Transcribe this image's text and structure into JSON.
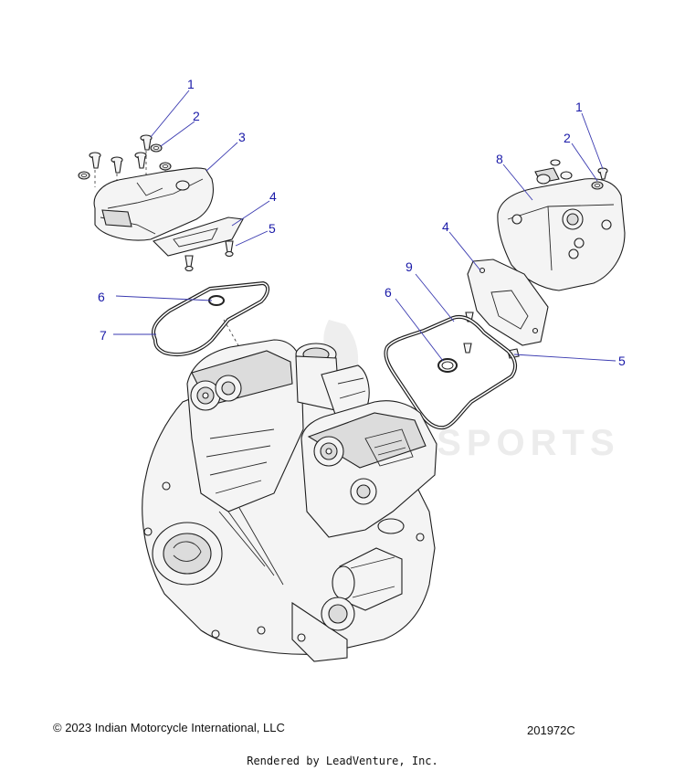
{
  "callouts": [
    {
      "id": "c1a",
      "label": "1"
    },
    {
      "id": "c2a",
      "label": "2"
    },
    {
      "id": "c3",
      "label": "3"
    },
    {
      "id": "c4a",
      "label": "4"
    },
    {
      "id": "c5a",
      "label": "5"
    },
    {
      "id": "c6a",
      "label": "6"
    },
    {
      "id": "c7",
      "label": "7"
    },
    {
      "id": "c1b",
      "label": "1"
    },
    {
      "id": "c2b",
      "label": "2"
    },
    {
      "id": "c8",
      "label": "8"
    },
    {
      "id": "c4b",
      "label": "4"
    },
    {
      "id": "c9",
      "label": "9"
    },
    {
      "id": "c6b",
      "label": "6"
    },
    {
      "id": "c5b",
      "label": "5"
    }
  ],
  "footer": {
    "copyright": "© 2023 Indian Motorcycle International, LLC",
    "figure_id": "201972C",
    "rendered_by": "Rendered by LeadVenture, Inc."
  },
  "colors": {
    "callout": "#1a1aa8",
    "leader": "#3a3ab0",
    "line_art": "#1e1e1e"
  }
}
